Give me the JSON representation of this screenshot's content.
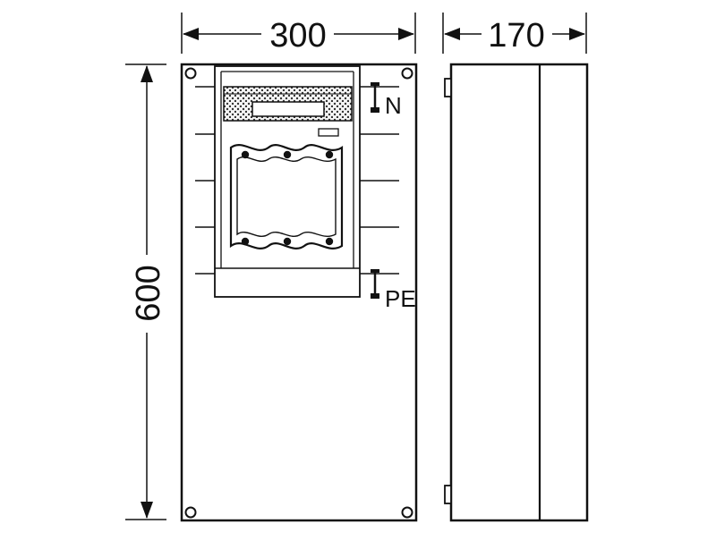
{
  "dimensions": {
    "width": "300",
    "depth": "170",
    "height": "600"
  },
  "labels": {
    "neutral": "N",
    "protective_earth": "PE"
  }
}
